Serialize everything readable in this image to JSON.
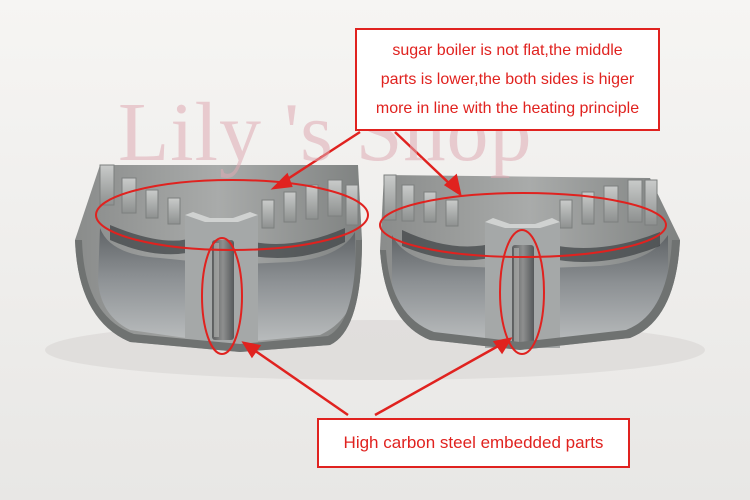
{
  "watermark": "Lily 's Shop",
  "callouts": {
    "top": {
      "lines": [
        "sugar boiler is not flat,the middle",
        "parts  is lower,the both sides is higer",
        "more in line with the heating principle"
      ]
    },
    "bottom": {
      "text": "High carbon steel embedded parts"
    }
  },
  "colors": {
    "background": "#f4f3f1",
    "annotation_red": "#e0221f",
    "metal": "#9a9c9c",
    "watermark": "#deaab2"
  }
}
